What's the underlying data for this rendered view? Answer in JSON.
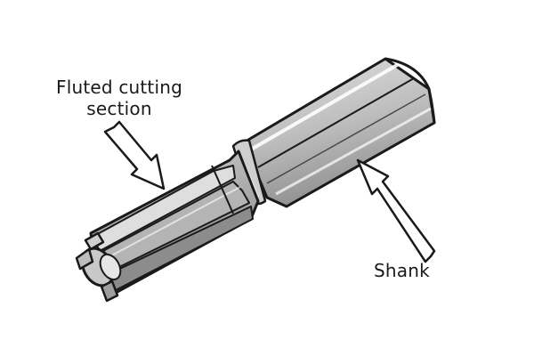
{
  "diagram": {
    "labels": {
      "fluted_line1": "Fluted cutting",
      "fluted_line2": "section",
      "shank": "Shank"
    },
    "colors": {
      "outline": "#1a1a1a",
      "metal_light": "#d4d4d4",
      "metal_mid": "#a8a8a8",
      "metal_dark": "#7a7a7a",
      "background": "#ffffff"
    },
    "parts": [
      {
        "name": "shank",
        "icon": "hexagonal-shank"
      },
      {
        "name": "fluted-cutting-section",
        "icon": "fluted-bit-body"
      }
    ],
    "arrows": [
      {
        "name": "arrow-to-flutes",
        "points_to": "fluted-cutting-section"
      },
      {
        "name": "arrow-to-shank",
        "points_to": "shank"
      }
    ]
  }
}
